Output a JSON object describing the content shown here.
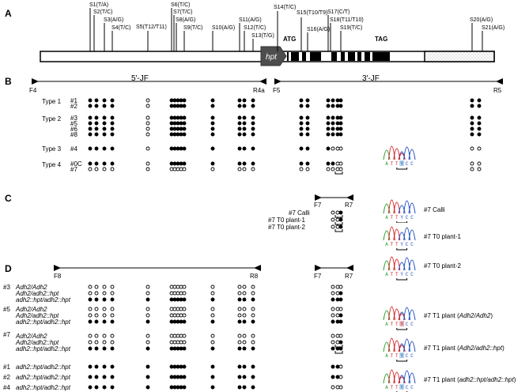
{
  "panels": {
    "a": "A",
    "b": "B",
    "c": "C",
    "d": "D"
  },
  "sites": [
    {
      "label": "S1(T/A)"
    },
    {
      "label": "S2(T/C)"
    },
    {
      "label": "S3(A/G)"
    },
    {
      "label": "S4(T/C)"
    },
    {
      "label": "S5(T12/T11)"
    },
    {
      "label": "S6(T/C)"
    },
    {
      "label": "S7(T/C)"
    },
    {
      "label": "S8(A/G)"
    },
    {
      "label": "S9(T/C)"
    },
    {
      "label": "S10(A/G)"
    },
    {
      "label": "S11(A/G)"
    },
    {
      "label": "S12(T/C)"
    },
    {
      "label": "S13(T/G)"
    },
    {
      "label": "S14(T/C)"
    },
    {
      "label": "S15(T10/T9)"
    },
    {
      "label": "S16(A/G)"
    },
    {
      "label": "S17(C/T)"
    },
    {
      "label": "S18(T11/T10)"
    },
    {
      "label": "S19(T/C)"
    },
    {
      "label": "S20(A/G)"
    },
    {
      "label": "S21(A/G)"
    }
  ],
  "gene": {
    "hpt": "hpt",
    "atg": "ATG",
    "tag": "TAG"
  },
  "b": {
    "primers": {
      "f4": "F4",
      "r4a": "R4a",
      "f5": "F5",
      "r5": "R5"
    },
    "jf5": "5′-JF",
    "jf3": "3′-JF",
    "groups": [
      {
        "label": "Type 1",
        "lines": [
          "#1",
          "#2"
        ]
      },
      {
        "label": "Type 2",
        "lines": [
          "#3",
          "#5",
          "#6",
          "#8"
        ]
      },
      {
        "label": "Type 3",
        "lines": [
          "#4"
        ]
      },
      {
        "label": "Type 4",
        "lines": [
          "#0C",
          "#7"
        ]
      }
    ]
  },
  "c": {
    "primers": {
      "f7": "F7",
      "r7": "R7"
    },
    "rows": [
      "#7 Calli",
      "#7 T0 plant-1",
      "#7 T0 plant-2"
    ],
    "chrom_labels": [
      "#7 Calli",
      "#7 T0 plant-1",
      "#7 T0 plant-2"
    ]
  },
  "d": {
    "primers": {
      "f8": "F8",
      "r8": "R8",
      "f7": "F7",
      "r7": "R7"
    },
    "groups": [
      {
        "line": "#3",
        "genotypes": [
          "Adh2/Adh2",
          "Adh2/adh2::hpt",
          "adh2::hpt/adh2::hpt"
        ]
      },
      {
        "line": "#5",
        "genotypes": [
          "Adh2/Adh2",
          "Adh2/adh2::hpt",
          "adh2::hpt/adh2::hpt"
        ]
      },
      {
        "line": "#7",
        "genotypes": [
          "Adh2/Adh2",
          "Adh2/adh2::hpt",
          "adh2::hpt/adh2::hpt"
        ]
      }
    ],
    "singles": [
      {
        "line": "#1",
        "genotype": "adh2::hpt/adh2::hpt"
      },
      {
        "line": "#2",
        "genotype": "adh2::hpt/adh2::hpt"
      },
      {
        "line": "#4",
        "genotype": "adh2::hpt/adh2::hpt"
      }
    ],
    "chrom_prefix": "#7 T1 plant (",
    "chrom_suffix": ")",
    "chrom_genos": [
      "Adh2/Adh2",
      "Adh2/adh2::hpt",
      "adh2::hpt/adh2::hpt"
    ]
  },
  "chromatogram": {
    "seq": "ATTYCC"
  }
}
